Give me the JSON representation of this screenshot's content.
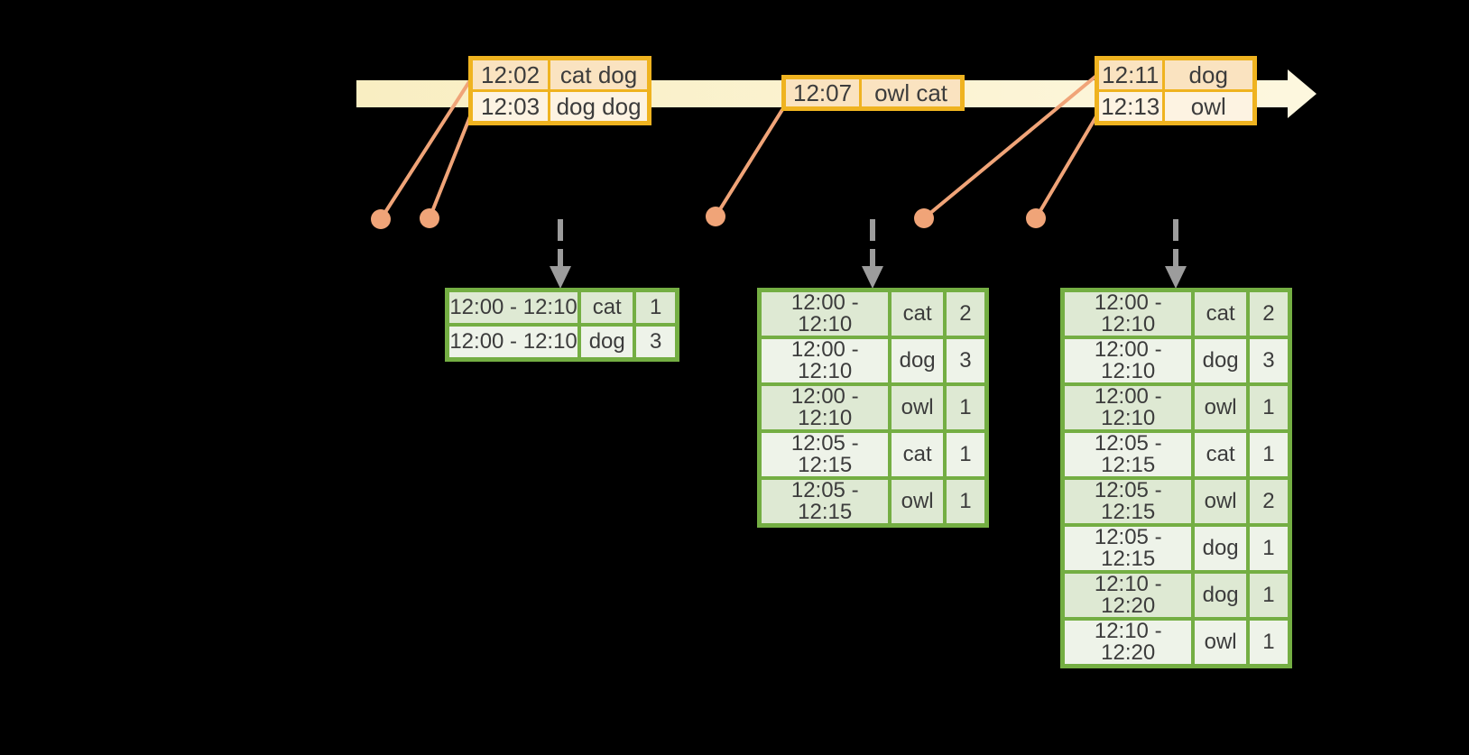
{
  "colors": {
    "background": "#000000",
    "timeline_band_start": "#F9EEC2",
    "timeline_band_end": "#FDF7DE",
    "event_table_border": "#EFB320",
    "event_row_dark": "#FAE3C0",
    "event_row_light": "#FDF3E2",
    "connector_salmon": "#F0A478",
    "trigger_arrow_gray": "#9C9C9C",
    "result_table_border": "#74AE43",
    "result_row_dark": "#DEE9D3",
    "result_row_light": "#EEF3E9",
    "text": "#3C3C3C"
  },
  "event_tables": [
    {
      "rows": [
        {
          "time": "12:02",
          "words": "cat dog"
        },
        {
          "time": "12:03",
          "words": "dog dog"
        }
      ]
    },
    {
      "rows": [
        {
          "time": "12:07",
          "words": "owl cat"
        }
      ]
    },
    {
      "rows": [
        {
          "time": "12:11",
          "words": "dog"
        },
        {
          "time": "12:13",
          "words": "owl"
        }
      ]
    }
  ],
  "result_tables": [
    {
      "rows": [
        {
          "window": "12:00 - 12:10",
          "word": "cat",
          "count": "1"
        },
        {
          "window": "12:00 - 12:10",
          "word": "dog",
          "count": "3"
        }
      ]
    },
    {
      "rows": [
        {
          "window": "12:00 - 12:10",
          "word": "cat",
          "count": "2"
        },
        {
          "window": "12:00 - 12:10",
          "word": "dog",
          "count": "3"
        },
        {
          "window": "12:00 - 12:10",
          "word": "owl",
          "count": "1"
        },
        {
          "window": "12:05 - 12:15",
          "word": "cat",
          "count": "1"
        },
        {
          "window": "12:05 - 12:15",
          "word": "owl",
          "count": "1"
        }
      ]
    },
    {
      "rows": [
        {
          "window": "12:00 - 12:10",
          "word": "cat",
          "count": "2"
        },
        {
          "window": "12:00 - 12:10",
          "word": "dog",
          "count": "3"
        },
        {
          "window": "12:00 - 12:10",
          "word": "owl",
          "count": "1"
        },
        {
          "window": "12:05 - 12:15",
          "word": "cat",
          "count": "1"
        },
        {
          "window": "12:05 - 12:15",
          "word": "owl",
          "count": "2"
        },
        {
          "window": "12:05 - 12:15",
          "word": "dog",
          "count": "1"
        },
        {
          "window": "12:10 - 12:20",
          "word": "dog",
          "count": "1"
        },
        {
          "window": "12:10 - 12:20",
          "word": "owl",
          "count": "1"
        }
      ]
    }
  ]
}
